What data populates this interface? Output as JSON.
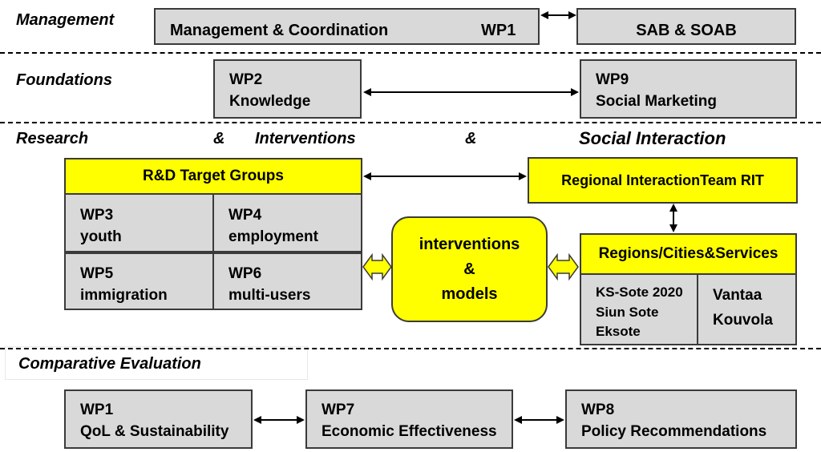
{
  "sections": {
    "management": "Management",
    "foundations": "Foundations",
    "research": "Research",
    "amp1": "&",
    "interventions": "Interventions",
    "amp2": "&",
    "social_interaction": "Social Interaction",
    "comparative": "Comparative Evaluation"
  },
  "management": {
    "coord_label": "Management & Coordination",
    "coord_wp": "WP1",
    "sab": "SAB & SOAB"
  },
  "foundations": {
    "wp2_id": "WP2",
    "wp2_name": "Knowledge",
    "wp9_id": "WP9",
    "wp9_name": "Social Marketing"
  },
  "research": {
    "target_groups_title": "R&D Target Groups",
    "wp3_id": "WP3",
    "wp3_name": "youth",
    "wp4_id": "WP4",
    "wp4_name": "employment",
    "wp5_id": "WP5",
    "wp5_name": "immigration",
    "wp6_id": "WP6",
    "wp6_name": "multi-users",
    "interventions_line1": "interventions",
    "interventions_line2": "&",
    "interventions_line3": "models",
    "rit": "Regional InteractionTeam RIT",
    "regions_title": "Regions/Cities&Services",
    "regions_left": [
      "KS-Sote 2020",
      "Siun Sote",
      "Eksote"
    ],
    "regions_right": [
      "Vantaa",
      "Kouvola"
    ]
  },
  "evaluation": {
    "wp1_id": "WP1",
    "wp1_name": "QoL  & Sustainability",
    "wp7_id": "WP7",
    "wp7_name": "Economic Effectiveness",
    "wp8_id": "WP8",
    "wp8_name": "Policy Recommendations"
  },
  "colors": {
    "box_gray": "#d9d9d9",
    "highlight_yellow": "#ffff00",
    "border": "#3a3a3a"
  }
}
